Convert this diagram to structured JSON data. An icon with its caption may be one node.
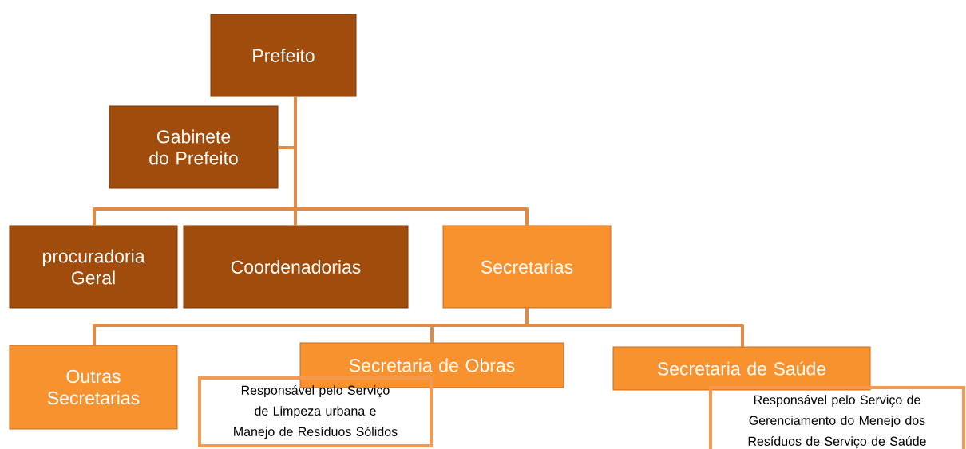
{
  "diagram": {
    "nodes": [
      {
        "text": [
          "Prefeito"
        ]
      },
      {
        "text": [
          "Gabinete do Prefeito"
        ]
      },
      {
        "text": [
          "procuradoria Geral"
        ]
      },
      {
        "text": [
          "Coordenadorias"
        ]
      },
      {
        "text": [
          "Secretarias"
        ]
      },
      {
        "text": [
          "Outras Secretarias"
        ]
      },
      {
        "text": [
          "Secretaria de Obras"
        ]
      },
      {
        "text": [
          "Responsável pelo Serviço de Limpeza urbana e Manejo de Resíduos Sólidos"
        ]
      },
      {
        "text": [
          "Secretaria de Saúde"
        ]
      },
      {
        "text": [
          "Responsável pelo Serviço de Gerenciamento do Menejo dos Resíduos de Serviço de Saúde"
        ]
      }
    ],
    "edges": [
      {
        "from": 0,
        "to": 1,
        "arrow": "none"
      },
      {
        "from": 0,
        "to": 2,
        "arrow": "none"
      },
      {
        "from": 0,
        "to": 3,
        "arrow": "none"
      },
      {
        "from": 0,
        "to": 4,
        "arrow": "none"
      },
      {
        "from": 4,
        "to": 5,
        "arrow": "none"
      },
      {
        "from": 4,
        "to": 6,
        "arrow": "none"
      },
      {
        "from": 4,
        "to": 8,
        "arrow": "none"
      }
    ]
  }
}
